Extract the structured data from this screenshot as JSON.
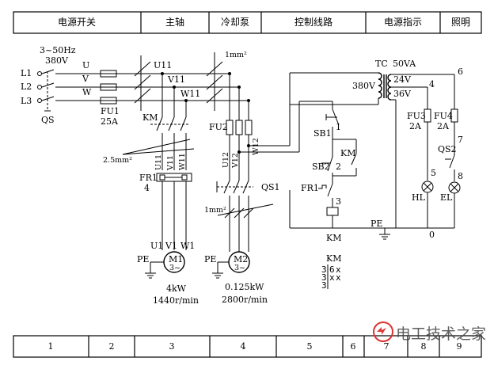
{
  "header": {
    "cells": [
      "电源开关",
      "主轴",
      "冷却泵",
      "控制线路",
      "电源指示",
      "照明"
    ]
  },
  "footer": {
    "cells": [
      "1",
      "2",
      "3",
      "4",
      "5",
      "6",
      "7",
      "8",
      "9"
    ]
  },
  "supply": {
    "freq": "3~50Hz",
    "voltage": "380V",
    "phases": [
      "L1",
      "L2",
      "L3"
    ],
    "switch": "QS",
    "phase_wires": [
      "U",
      "V",
      "W"
    ]
  },
  "fuses": {
    "fu1": "FU1",
    "fu1_rating": "25A",
    "fu2": "FU2",
    "fu3": "FU3",
    "fu3_rating": "2A",
    "fu4": "FU4",
    "fu4_rating": "2A"
  },
  "wires": {
    "u11": "U11",
    "v11": "V11",
    "w11": "W11",
    "u12": "U12",
    "v12": "V12",
    "w12": "W12",
    "cable_main": "2.5mm²",
    "cable_top": "1mm²",
    "cable_pump": "1mm²"
  },
  "contactor": {
    "name": "KM",
    "coil_label": "KM",
    "table_label": "KM",
    "table_rows": [
      {
        "num": "3",
        "mark": "6",
        "x": "x"
      },
      {
        "num": "3",
        "mark": "x",
        "x": "x"
      },
      {
        "num": "3",
        "mark": "",
        "x": ""
      }
    ]
  },
  "relay": {
    "name": "FR1",
    "ref": "4",
    "ctrl_name": "FR1"
  },
  "switches": {
    "qs1": "QS1",
    "qs2": "QS2",
    "sb1": "SB1",
    "sb2": "SB2"
  },
  "motors": {
    "m1": {
      "symbol": "M1",
      "terminals": [
        "U1",
        "V1",
        "W1"
      ],
      "power": "4kW",
      "speed": "1440r/min"
    },
    "m2": {
      "symbol": "M2",
      "power": "0.125kW",
      "speed": "2800r/min"
    },
    "phase_sym": "3~",
    "pe": "PE"
  },
  "transformer": {
    "name": "TC",
    "rating": "50VA",
    "primary": "380V",
    "sec1": "24V",
    "sec2": "36V"
  },
  "lamps": {
    "hl": "HL",
    "el": "EL"
  },
  "nodes": {
    "n1": "1",
    "n2": "2",
    "n3": "3",
    "n4": "4",
    "n5": "5",
    "n6": "6",
    "n7": "7",
    "n8": "8",
    "n0": "0"
  },
  "watermark": {
    "text": "电工技术之家"
  }
}
